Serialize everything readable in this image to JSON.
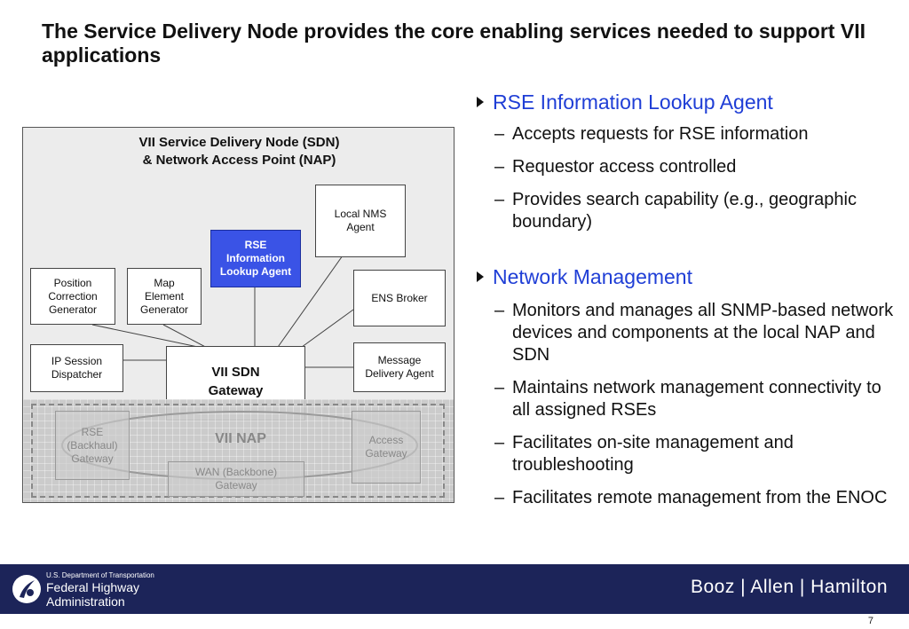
{
  "title": "The Service Delivery Node provides the core enabling services needed to support VII applications",
  "diagram": {
    "title": "VII Service Delivery Node (SDN)\n& Network Access Point (NAP)",
    "boxes": {
      "local_nms": "Local NMS\nAgent",
      "rse_lookup": "RSE\nInformation\nLookup Agent",
      "position": "Position\nCorrection\nGenerator",
      "map": "Map\nElement\nGenerator",
      "ens": "ENS Broker",
      "ip_session": "IP Session\nDispatcher",
      "gateway": "VII SDN\nGateway",
      "message": "Message\nDelivery Agent"
    },
    "nap": {
      "label": "VII NAP",
      "rse_gateway": "RSE\n(Backhaul)\nGateway",
      "access_gateway": "Access\nGateway",
      "wan_gateway": "WAN (Backbone)\nGateway"
    }
  },
  "bullets": [
    {
      "heading": "RSE Information Lookup Agent",
      "items": [
        "Accepts requests for RSE information",
        "Requestor access controlled",
        "Provides search capability (e.g., geographic boundary)"
      ]
    },
    {
      "heading": "Network Management",
      "items": [
        "Monitors and manages all SNMP-based network devices and components at the local NAP and SDN",
        "Maintains network management connectivity to all assigned RSEs",
        "Facilitates on-site management and troubleshooting",
        "Facilitates remote management from the ENOC"
      ]
    }
  ],
  "footer": {
    "dept": "U.S. Department of Transportation",
    "agency_line1": "Federal Highway",
    "agency_line2": "Administration",
    "company": "Booz | Allen | Hamilton"
  },
  "page_number": "7",
  "colors": {
    "footer_bg": "#1c2459",
    "highlight_box": "#3a53e6",
    "bullet_heading": "#1f3ed6"
  }
}
